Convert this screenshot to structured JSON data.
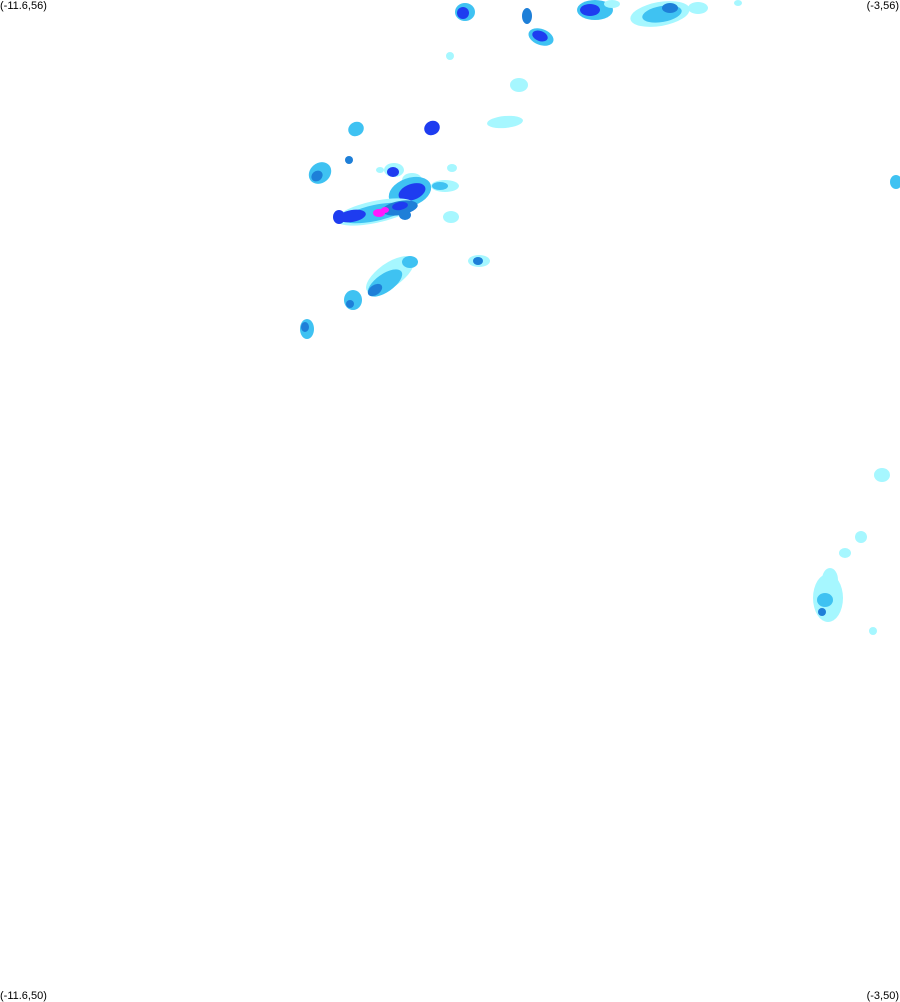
{
  "map": {
    "corner_labels": {
      "top_left": "(-11.6,56)",
      "top_right": "(-3,56)",
      "bottom_left": "(-11.6,50)",
      "bottom_right": "(-3,50)"
    },
    "extent": {
      "lon_min": -11.6,
      "lon_max": -3,
      "lat_min": 50,
      "lat_max": 56
    },
    "background_color": "#ffffff",
    "intensity_palette": {
      "light": "#a6f7ff",
      "low": "#3fc2f2",
      "moderate": "#1e7fd8",
      "high": "#1e3cf0",
      "very_high": "#ff19ff"
    }
  }
}
